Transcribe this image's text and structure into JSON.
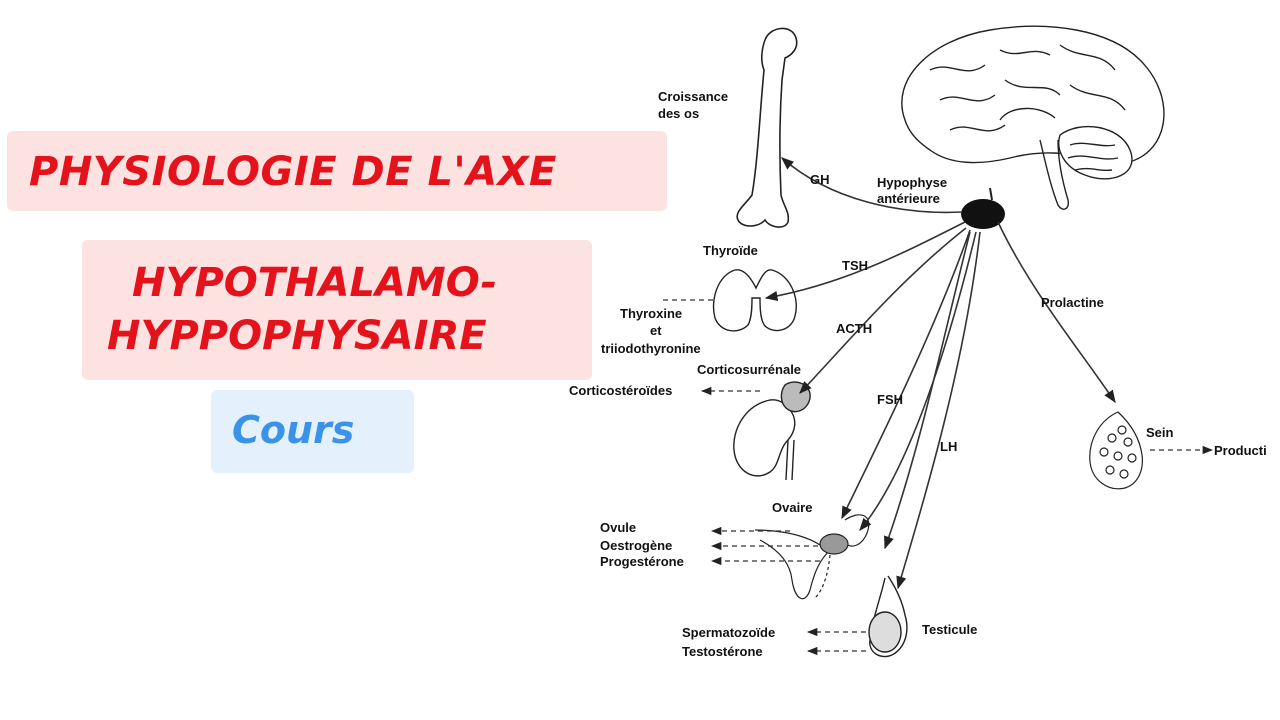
{
  "title": {
    "line1": "PHYSIOLOGIE DE L'AXE",
    "line2": "HYPOTHALAMO-",
    "line3": "HYPPOPHYSAIRE",
    "tag": "Cours"
  },
  "colors": {
    "title_red": "#e3121b",
    "title_bg": "#fde2e2",
    "tag_blue": "#3a93e8",
    "tag_bg": "#e4f1fc"
  },
  "diagram": {
    "hormones": {
      "gh": "GH",
      "tsh": "TSH",
      "acth": "ACTH",
      "fsh": "FSH",
      "lh": "LH",
      "prolactine": "Prolactine"
    },
    "organs": {
      "hypophyse_1": "Hypophyse",
      "hypophyse_2": "antérieure",
      "bone_1": "Croissance",
      "bone_2": "des os",
      "thyroide": "Thyroïde",
      "corticosurrenale": "Corticosurrénale",
      "ovaire": "Ovaire",
      "testicule": "Testicule",
      "sein": "Sein"
    },
    "products": {
      "thyroxine": "Thyroxine",
      "et": "et",
      "triiodo": "triiodothyronine",
      "corticosteroides": "Corticostéroïdes",
      "ovule": "Ovule",
      "oestrogene": "Oestrogène",
      "progesterone": "Progestérone",
      "spermatozoide": "Spermatozoïde",
      "testosterone": "Testostérone",
      "production": "Producti"
    }
  }
}
